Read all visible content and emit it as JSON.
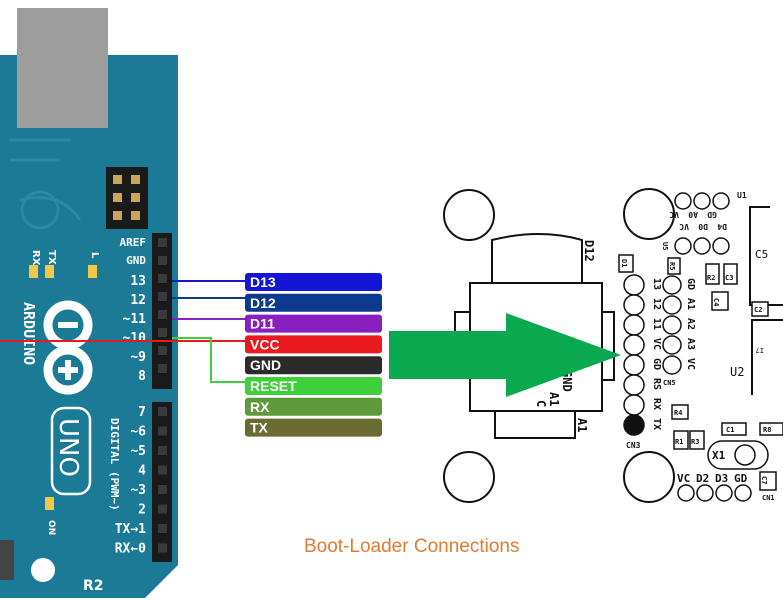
{
  "colors": {
    "board_blue": "#1b7a96",
    "board_text": "#ffffff",
    "usb_gray": "#9d9d9d",
    "arrow_green": "#0aa84f",
    "caption_orange": "#e07b30"
  },
  "arduino": {
    "model": "UNO",
    "brand": "ARDUINO",
    "revision": "R2",
    "aref": "AREF",
    "gnd": "GND",
    "led_rx": "RX",
    "led_tx": "TX",
    "led_l": "L",
    "on_label": "ON",
    "digital_label": "DIGITAL (PWM~)",
    "pins_upper": [
      "13",
      "12",
      "~11",
      "~10",
      "~9",
      "8"
    ],
    "pins_lower": [
      "7",
      "~6",
      "~5",
      "4",
      "~3",
      "2",
      "TX→1",
      "RX←0"
    ]
  },
  "wire_labels": [
    {
      "text": "D13",
      "color": "#1515d6"
    },
    {
      "text": "D12",
      "color": "#0d3a8f"
    },
    {
      "text": "D11",
      "color": "#8a1fc0"
    },
    {
      "text": "VCC",
      "color": "#e8191f"
    },
    {
      "text": "GND",
      "color": "#2b2b2b"
    },
    {
      "text": "RESET",
      "color": "#3fcf3a"
    },
    {
      "text": "RX",
      "color": "#5f9a3a"
    },
    {
      "text": "TX",
      "color": "#6a6a33"
    }
  ],
  "module": {
    "connector_label": "D12",
    "connector_pins": [
      "GND",
      "A1",
      "C"
    ],
    "side_label": "A1"
  },
  "target_board": {
    "u1": "U1",
    "u2": "U2",
    "u5": "U5",
    "c5": "C5",
    "c1": "C1",
    "c2": "C2",
    "c3": "C3",
    "c4": "C4",
    "c7": "C7",
    "r1": "R1",
    "r2": "R2",
    "r3": "R3",
    "r4": "R4",
    "r5": "R5",
    "r8": "R8",
    "d1": "D1",
    "x1": "X1",
    "cn1": "CN1",
    "cn3": "CN3",
    "cn5": "CN5",
    "i7": "I7",
    "top_header": [
      "VC",
      "A0",
      "GD",
      "VC",
      "D0",
      "D4"
    ],
    "cn3_pins": [
      "13",
      "12",
      "11",
      "VC",
      "GD",
      "RS",
      "RX",
      "TX"
    ],
    "cn5_pins": [
      "GD",
      "A1",
      "A2",
      "A3",
      "VC"
    ],
    "bottom_header": [
      "VC",
      "D2",
      "D3",
      "GD"
    ]
  },
  "caption": "Boot-Loader Connections"
}
